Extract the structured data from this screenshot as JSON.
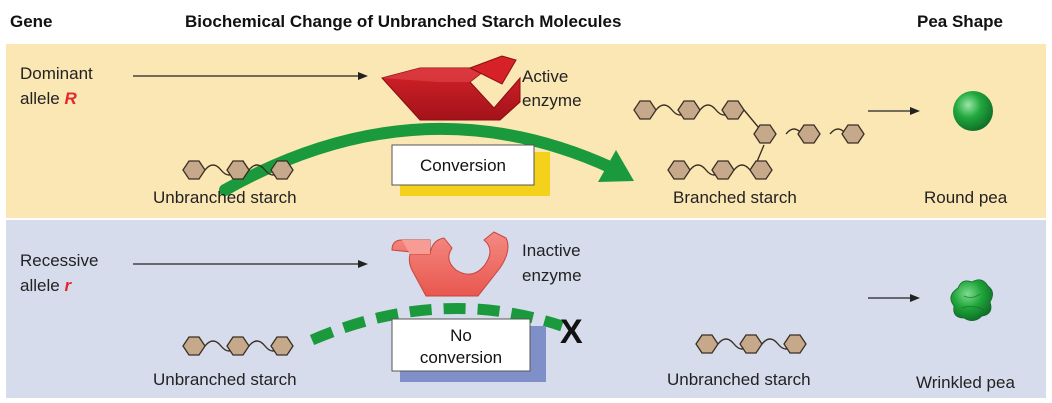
{
  "headers": {
    "gene": "Gene",
    "biochemical": "Biochemical Change of Unbranched Starch Molecules",
    "pea_shape": "Pea Shape"
  },
  "dominant": {
    "allele_word1": "Dominant",
    "allele_word2": "allele",
    "allele_letter": "R",
    "enzyme_line1": "Active",
    "enzyme_line2": "enzyme",
    "box_label": "Conversion",
    "substrate_label": "Unbranched starch",
    "product_label": "Branched starch",
    "pea_label": "Round pea"
  },
  "recessive": {
    "allele_word1": "Recessive",
    "allele_word2": "allele",
    "allele_letter": "r",
    "enzyme_line1": "Inactive",
    "enzyme_line2": "enzyme",
    "box_line1": "No",
    "box_line2": "conversion",
    "block_mark": "X",
    "substrate_label": "Unbranched starch",
    "product_label": "Unbranched starch",
    "pea_label": "Wrinkled pea"
  },
  "colors": {
    "top_panel": "#fbe7b3",
    "bottom_panel": "#d6dcec",
    "active_enzyme": "#c0171e",
    "inactive_enzyme": "#f07168",
    "arrow_green": "#1a9a3c",
    "pea_green": "#1fa43a",
    "box_shadow_yellow": "#f4d21c",
    "box_shadow_blue": "#7f8fc8",
    "allele_red": "#e4262d",
    "starch_unit": "#c6a98a"
  }
}
